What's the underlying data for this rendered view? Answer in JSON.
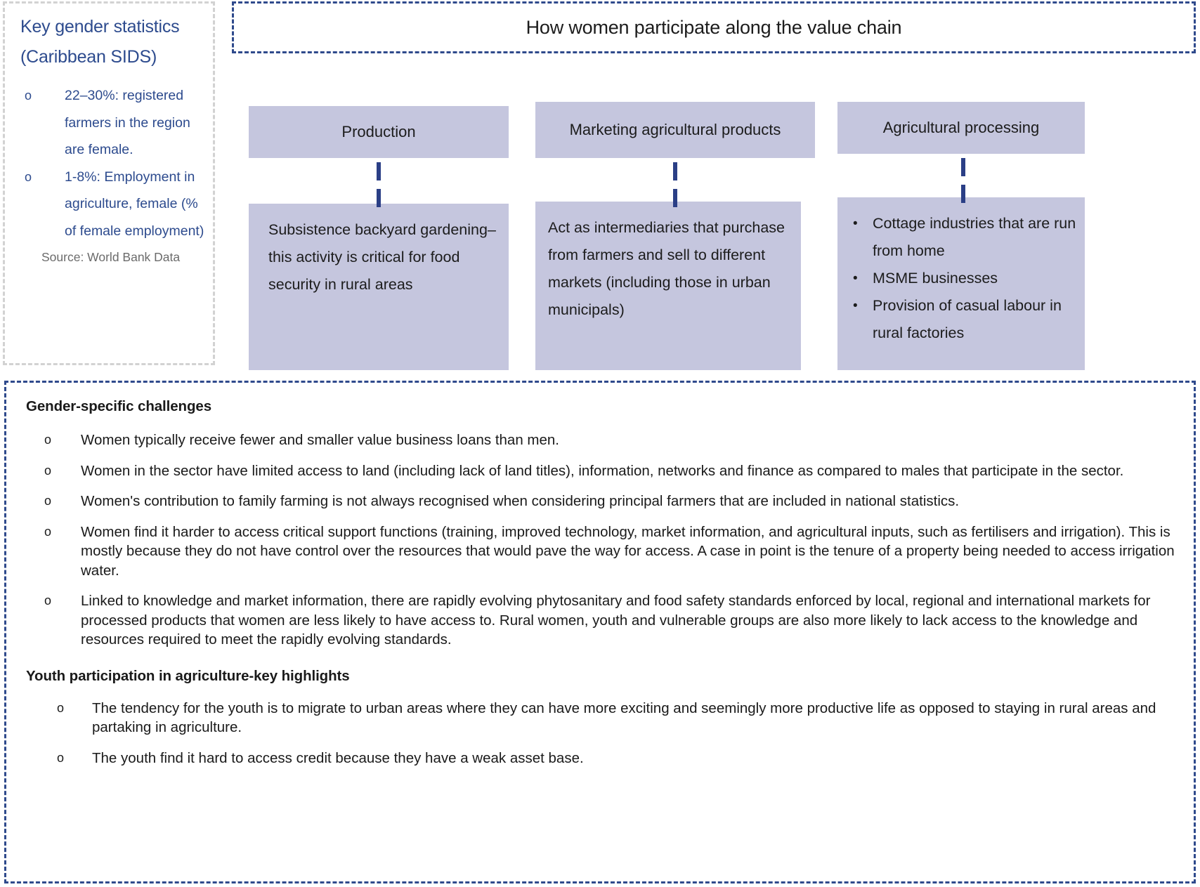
{
  "stats_panel": {
    "title_line1": "Key gender statistics",
    "title_line2": "(Caribbean SIDS)",
    "bullet_marker": "o",
    "items": [
      "22–30%: registered farmers in the region are female.",
      "1-8%: Employment in agriculture, female (% of female employment)"
    ],
    "source": "Source: World Bank Data"
  },
  "banner": {
    "title": "How women participate along the value chain"
  },
  "value_chain": {
    "columns": [
      {
        "head": "Production",
        "body_text": "Subsistence backyard gardening– this activity is critical for food security in rural areas",
        "bullets": []
      },
      {
        "head": "Marketing agricultural products",
        "body_text": "Act as intermediaries that purchase from farmers and sell to different markets (including those in urban municipals)",
        "bullets": []
      },
      {
        "head": "Agricultural processing",
        "body_text": "",
        "bullet_marker": "•",
        "bullets": [
          "Cottage industries that are run from home",
          " MSME businesses",
          "Provision of casual labour in rural factories"
        ]
      }
    ]
  },
  "challenges": {
    "heading": "Gender-specific challenges",
    "bullet_marker": "o",
    "items": [
      "Women typically receive fewer and smaller value business loans than men.",
      "Women in the sector have limited access to land (including lack of land titles), information, networks and finance as compared to males that participate in the sector.",
      "Women's contribution to family farming is not always recognised when considering principal farmers that are included in national statistics.",
      "Women find it harder to access critical support functions (training, improved technology, market information, and agricultural inputs, such as fertilisers and irrigation). This is mostly because they do not have control over the resources that would pave the way for access. A case in point is the tenure of a property being needed to access irrigation water.",
      "Linked to knowledge and market information, there are rapidly evolving phytosanitary and food safety standards enforced by local, regional and international markets for processed products that women are less likely to have access to. Rural women, youth and vulnerable groups are also more likely to lack access to the knowledge and resources required to meet the rapidly evolving standards."
    ]
  },
  "youth": {
    "heading": "Youth participation in agriculture-key highlights",
    "bullet_marker": "o",
    "items": [
      "The tendency for the youth is to migrate to urban areas where they can have more exciting and seemingly more productive life as opposed to staying in rural areas and partaking in agriculture.",
      "The youth find it hard to access credit because they have a weak asset base."
    ]
  },
  "colors": {
    "navy_text": "#2d4b8e",
    "navy_border": "#2f4a8c",
    "lavender_box": "#c5c6de",
    "connector": "#2b3f86",
    "gray_dash": "#d2d2d2",
    "source_gray": "#6b6b6b"
  }
}
